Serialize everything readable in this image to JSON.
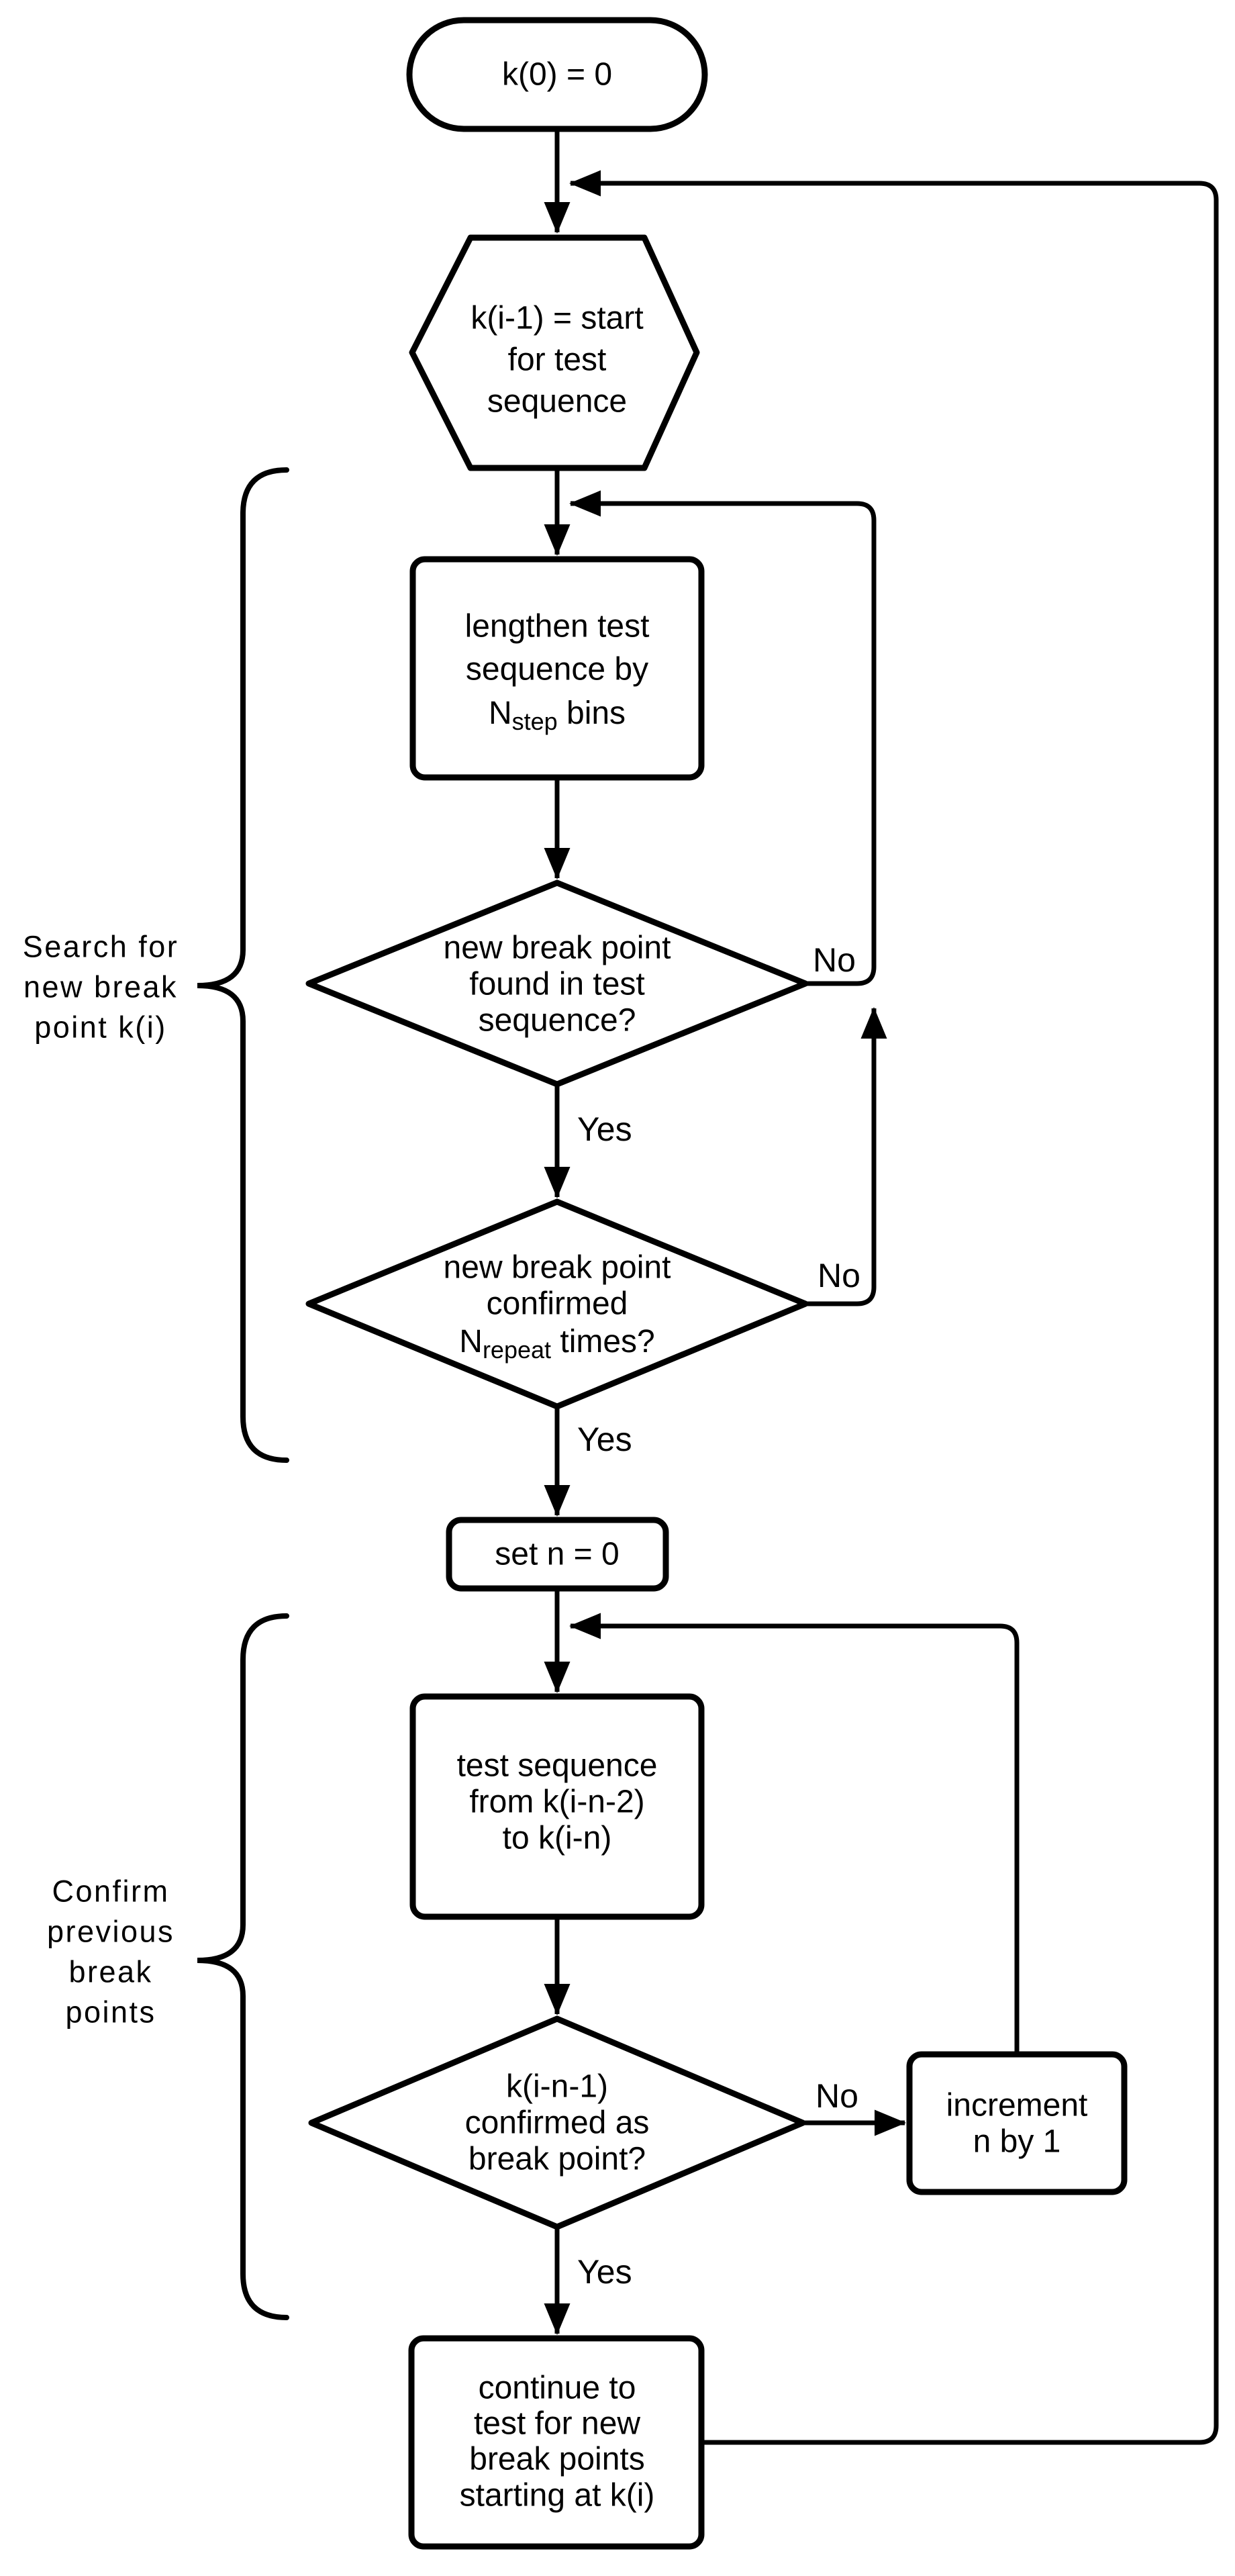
{
  "diagram": {
    "colors": {
      "stroke": "#000000",
      "background": "#ffffff"
    },
    "nodes": {
      "start": {
        "label": "k(0) = 0"
      },
      "init_hexagon": {
        "lines": [
          "k(i-1) = start",
          "for test",
          "sequence"
        ]
      },
      "lengthen": {
        "line1": "lengthen test",
        "line2": "sequence by",
        "line3_main": "N",
        "line3_sub": "step",
        "line3_rest": " bins"
      },
      "find_diamond": {
        "lines": [
          "new break point",
          "found in test",
          "sequence?"
        ]
      },
      "confirm_diamond": {
        "line1": "new break point",
        "line2": "confirmed",
        "line3_main": "N",
        "line3_sub": "repeat",
        "line3_rest": " times?"
      },
      "set_n": {
        "label": "set n = 0"
      },
      "test_sequence": {
        "lines": [
          "test sequence",
          "from k(i-n-2)",
          "to k(i-n)"
        ]
      },
      "kcheck_diamond": {
        "lines": [
          "k(i-n-1)",
          "confirmed as",
          "break point?"
        ]
      },
      "increment": {
        "lines": [
          "increment",
          "n by 1"
        ]
      },
      "continue_box": {
        "lines": [
          "continue to",
          "test for new",
          "break points",
          "starting at k(i)"
        ]
      }
    },
    "edge_labels": {
      "find_yes": "Yes",
      "find_no": "No",
      "confirm_yes": "Yes",
      "confirm_no": "No",
      "kcheck_yes": "Yes",
      "kcheck_no": "No"
    },
    "annotations": {
      "search_brace": {
        "lines": [
          "Search for",
          "new break",
          "point k(i)"
        ]
      },
      "confirm_brace": {
        "lines": [
          "Confirm",
          "previous",
          "break",
          "points"
        ]
      }
    }
  }
}
